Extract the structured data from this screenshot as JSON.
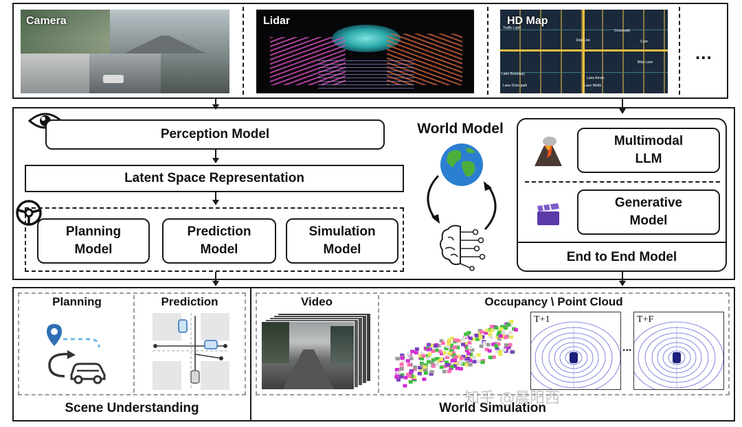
{
  "inputs": {
    "camera_label": "Camera",
    "lidar_label": "Lidar",
    "hdmap_label": "HD Map",
    "more_label": "...",
    "hdmap_annotations": [
      "Traffic Light",
      "Stop Line",
      "Crosswalk",
      "Lane Boundary",
      "Lane Drive path",
      "Lane Arrow",
      "Lane Width",
      "Bike Lane",
      "Curb"
    ]
  },
  "pipeline": {
    "perception": "Perception Model",
    "latent": "Latent Space Representation",
    "planning": "Planning Model",
    "prediction": "Prediction Model",
    "simulation": "Simulation Model"
  },
  "world_model": {
    "title": "World Model"
  },
  "e2e": {
    "multimodal": "Multimodal LLM",
    "generative": "Generative Model",
    "title": "End to End Model"
  },
  "scene": {
    "planning": "Planning",
    "prediction": "Prediction",
    "title": "Scene Understanding"
  },
  "world_sim": {
    "video": "Video",
    "occupancy": "Occupancy \\ Point Cloud",
    "t1": "T+1",
    "tf": "T+F",
    "ellipsis": "...",
    "title": "World Simulation"
  },
  "watermark": "知乎 @晨阳西",
  "colors": {
    "pin": "#2f6fb5",
    "globe_sea": "#2b7fd0",
    "globe_land": "#4caf3c",
    "volcano": "#c0392b",
    "clapper": "#5b3aa8",
    "lidar_blue": "#2d35c8"
  }
}
